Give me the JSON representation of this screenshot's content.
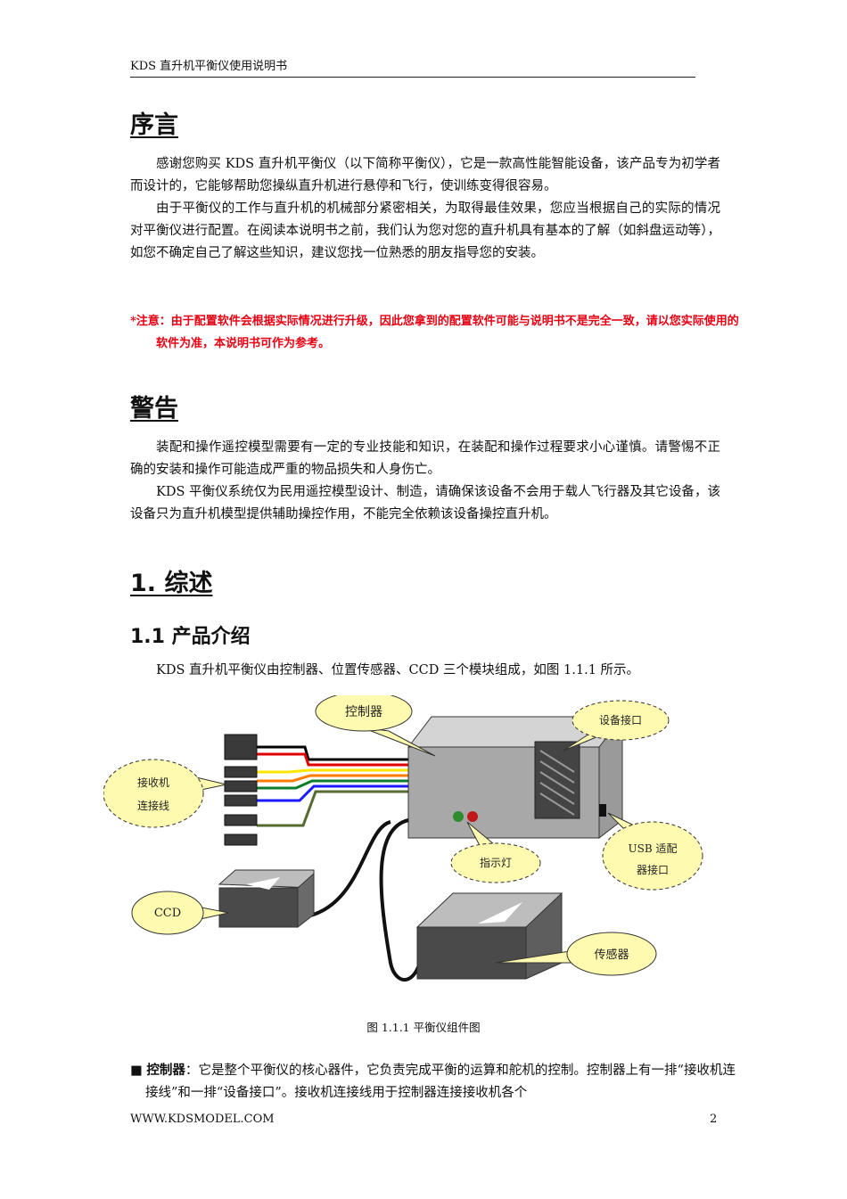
{
  "header": {
    "title": "KDS 直升机平衡仪使用说明书"
  },
  "preface": {
    "heading": "序言",
    "p1": "感谢您购买 KDS 直升机平衡仪（以下简称平衡仪），它是一款高性能智能设备，该产品专为初学者而设计的，它能够帮助您操纵直升机进行悬停和飞行，使训练变得很容易。",
    "p2": "由于平衡仪的工作与直升机的机械部分紧密相关，为取得最佳效果，您应当根据自己的实际的情况对平衡仪进行配置。在阅读本说明书之前，我们认为您对您的直升机具有基本的了解（如斜盘运动等），如您不确定自己了解这些知识，建议您找一位熟悉的朋友指导您的安装。",
    "note": "*注意：由于配置软件会根据实际情况进行升级，因此您拿到的配置软件可能与说明书不是完全一致，请以您实际使用的软件为准，本说明书可作为参考。"
  },
  "warning": {
    "heading": "警告",
    "p1": "装配和操作遥控模型需要有一定的专业技能和知识，在装配和操作过程要求小心谨慎。请警惕不正确的安装和操作可能造成严重的物品损失和人身伤亡。",
    "p2": "KDS 平衡仪系统仅为民用遥控模型设计、制造，请确保该设备不会用于载人飞行器及其它设备，该设备只为直升机模型提供辅助操控作用，不能完全依赖该设备操控直升机。"
  },
  "section1": {
    "heading": "1.  综述"
  },
  "section11": {
    "heading": "1.1  产品介绍",
    "intro": "KDS 直升机平衡仪由控制器、位置传感器、CCD 三个模块组成，如图 1.1.1 所示。"
  },
  "figure": {
    "labels": {
      "controller": "控制器",
      "device_port": "设备接口",
      "receiver_line_1": "接收机",
      "receiver_line_2": "连接线",
      "indicator": "指示灯",
      "usb_1": "USB 适配",
      "usb_2": "器接口",
      "ccd": "CCD",
      "sensor": "传感器"
    },
    "caption": "图 1.1.1  平衡仪组件图",
    "wire_colors": [
      "#000000",
      "#e00000",
      "#ffe600",
      "#ff7a00",
      "#0a7d2a",
      "#1a1aff",
      "#556b2f"
    ]
  },
  "bullet": {
    "mark": "■",
    "term": "控制器",
    "text": "：它是整个平衡仪的核心器件，它负责完成平衡的运算和舵机的控制。控制器上有一排“接收机连接线”和一排“设备接口”。接收机连接线用于控制器连接接收机各个"
  },
  "footer": {
    "site": "WWW.KDSMODEL.COM",
    "page": "2"
  }
}
